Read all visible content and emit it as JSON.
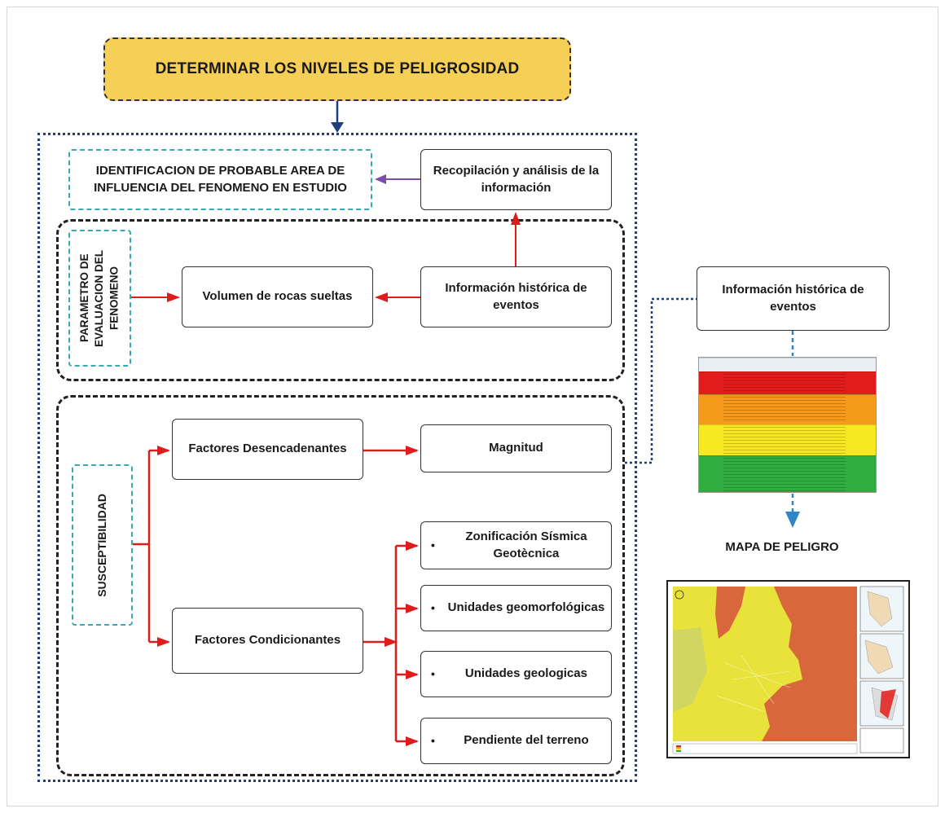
{
  "title": "DETERMINAR LOS NIVELES DE PELIGROSIDAD",
  "boxes": {
    "area_influencia": "IDENTIFICACION DE PROBABLE AREA DE INFLUENCIA DEL FENOMENO EN ESTUDIO",
    "recopilacion": "Recopilación y análisis de la información",
    "parametro": "PARAMETRO DE EVALUACION DEL FENOMENO",
    "volumen": "Volumen de rocas sueltas",
    "info_historica_left": "Información histórica de eventos",
    "susceptibilidad": "SUSCEPTIBILIDAD",
    "factores_desencadenantes": "Factores Desencadenantes",
    "magnitud": "Magnitud",
    "factores_condicionantes": "Factores Condicionantes",
    "info_historica_right": "Información histórica de eventos"
  },
  "condicionantes": [
    {
      "bullet": "•",
      "label": "Zonificación Sísmica Geotècnica"
    },
    {
      "bullet": "•",
      "label": "Unidades geomorfológicas"
    },
    {
      "bullet": "•",
      "label": "Unidades geologicas"
    },
    {
      "bullet": "•",
      "label": "Pendiente del terreno"
    }
  ],
  "map_caption": "MAPA DE PELIGRO",
  "legend_colors": [
    "#e21b1b",
    "#f59a1b",
    "#f7e91f",
    "#2fad3f"
  ],
  "map_colors": {
    "high": "#d8683c",
    "medium": "#e8e23a",
    "low": "#c9d36a"
  },
  "colors": {
    "title_fill": "#f6cf56",
    "teal": "#3aa9b6",
    "arrow_red": "#e01b1b",
    "arrow_purple": "#7a4ea6",
    "navy": "#1d3f7a",
    "blue_dash": "#2f86c7"
  }
}
